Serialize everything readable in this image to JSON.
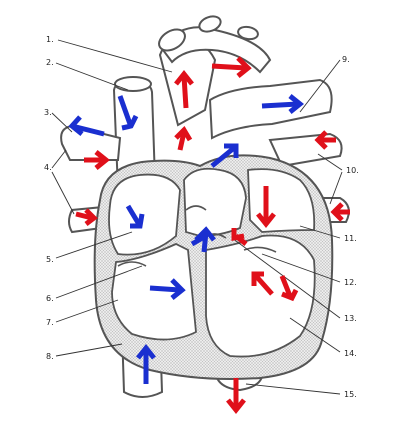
{
  "labels": [
    "1.",
    "2.",
    "3.",
    "4.",
    "5.",
    "6.",
    "7.",
    "8.",
    "9.",
    "10.",
    "11.",
    "12.",
    "13.",
    "14.",
    "15."
  ],
  "colors": {
    "oxygenated_arrow": "#e0101a",
    "deoxygenated_arrow": "#1a2fd0",
    "outline": "#555555",
    "septum_fill": "#d9d9d9",
    "background": "#ffffff"
  },
  "icons": [
    "red-arrow-icon",
    "blue-arrow-icon"
  ]
}
